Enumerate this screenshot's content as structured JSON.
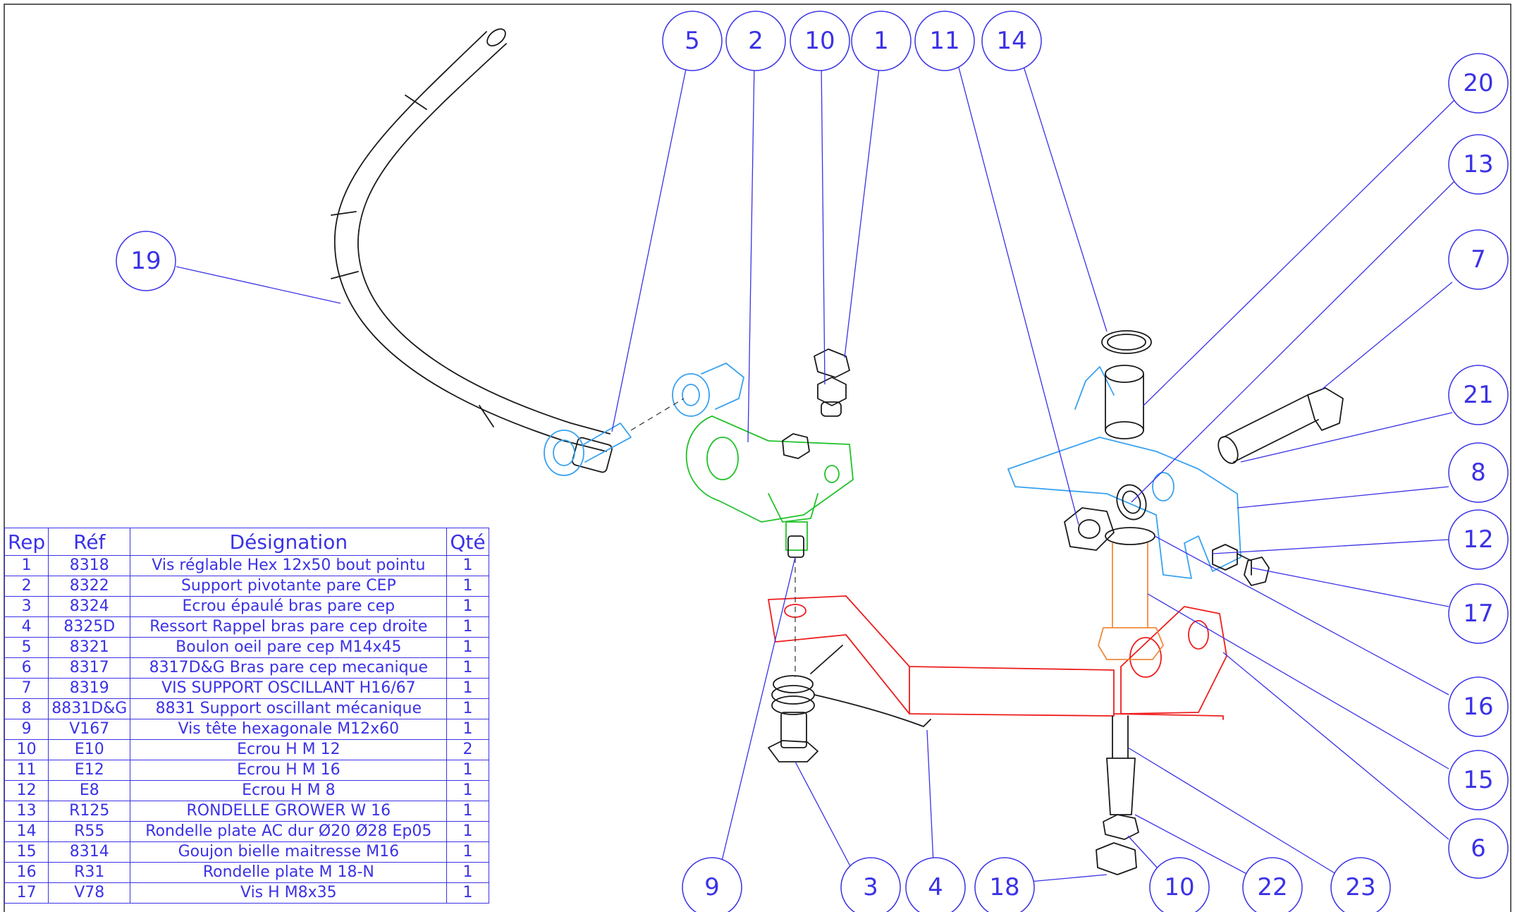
{
  "bom": {
    "headers": {
      "rep": "Rep",
      "ref": "Réf",
      "designation": "Désignation",
      "qte": "Qté"
    },
    "rows": [
      {
        "rep": "1",
        "ref": "8318",
        "designation": "Vis réglable Hex 12x50 bout pointu",
        "qte": "1"
      },
      {
        "rep": "2",
        "ref": "8322",
        "designation": "Support pivotante pare CEP",
        "qte": "1"
      },
      {
        "rep": "3",
        "ref": "8324",
        "designation": "Ecrou épaulé bras pare cep",
        "qte": "1"
      },
      {
        "rep": "4",
        "ref": "8325D",
        "designation": "Ressort Rappel bras pare cep droite",
        "qte": "1"
      },
      {
        "rep": "5",
        "ref": "8321",
        "designation": "Boulon oeil pare cep M14x45",
        "qte": "1"
      },
      {
        "rep": "6",
        "ref": "8317",
        "designation": "8317D&G Bras pare cep mecanique",
        "qte": "1"
      },
      {
        "rep": "7",
        "ref": "8319",
        "designation": "VIS SUPPORT OSCILLANT H16/67",
        "qte": "1"
      },
      {
        "rep": "8",
        "ref": "8831D&G",
        "designation": "8831 Support oscillant mécanique",
        "qte": "1"
      },
      {
        "rep": "9",
        "ref": "V167",
        "designation": "Vis tête hexagonale M12x60",
        "qte": "1"
      },
      {
        "rep": "10",
        "ref": "E10",
        "designation": "Ecrou H M 12",
        "qte": "2"
      },
      {
        "rep": "11",
        "ref": "E12",
        "designation": "Ecrou H M 16",
        "qte": "1"
      },
      {
        "rep": "12",
        "ref": "E8",
        "designation": "Ecrou H M 8",
        "qte": "1"
      },
      {
        "rep": "13",
        "ref": "R125",
        "designation": "RONDELLE GROWER W  16",
        "qte": "1"
      },
      {
        "rep": "14",
        "ref": "R55",
        "designation": "Rondelle plate AC dur Ø20 Ø28 Ep05",
        "qte": "1"
      },
      {
        "rep": "15",
        "ref": "8314",
        "designation": "Goujon bielle maitresse M16",
        "qte": "1"
      },
      {
        "rep": "16",
        "ref": "R31",
        "designation": "Rondelle plate M 18-N",
        "qte": "1"
      },
      {
        "rep": "17",
        "ref": "V78",
        "designation": "Vis H M8x35",
        "qte": "1"
      }
    ]
  },
  "balloons": {
    "top": [
      "5",
      "2",
      "10",
      "1",
      "11",
      "14"
    ],
    "right": [
      "20",
      "13",
      "7",
      "21",
      "8",
      "12",
      "17",
      "16",
      "15",
      "6"
    ],
    "bottom": [
      "9",
      "3",
      "4",
      "18",
      "10",
      "22",
      "23"
    ],
    "left": [
      "19"
    ]
  },
  "colors": {
    "annotation": "#3b32e6",
    "part_black": "#1a1a1a",
    "part_blue": "#39a2f0",
    "part_green": "#22c22a",
    "part_red": "#ee1d1d",
    "part_orange": "#f08a3c"
  }
}
